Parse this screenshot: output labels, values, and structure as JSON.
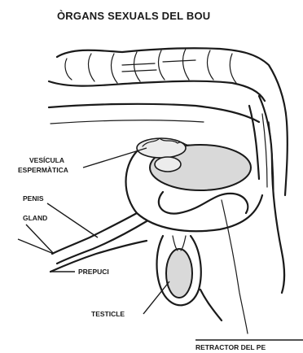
{
  "title": "ÒRGANS SEXUALS DEL BOU",
  "labels": {
    "vesicula_line1": "VESÍCULA",
    "vesicula_line2": "ESPERMÀTICA",
    "penis": "PENIS",
    "gland": "GLAND",
    "prepuci": "PREPUCI",
    "testicle": "TESTICLE",
    "retractor": "RETRACTOR DEL PE"
  }
}
